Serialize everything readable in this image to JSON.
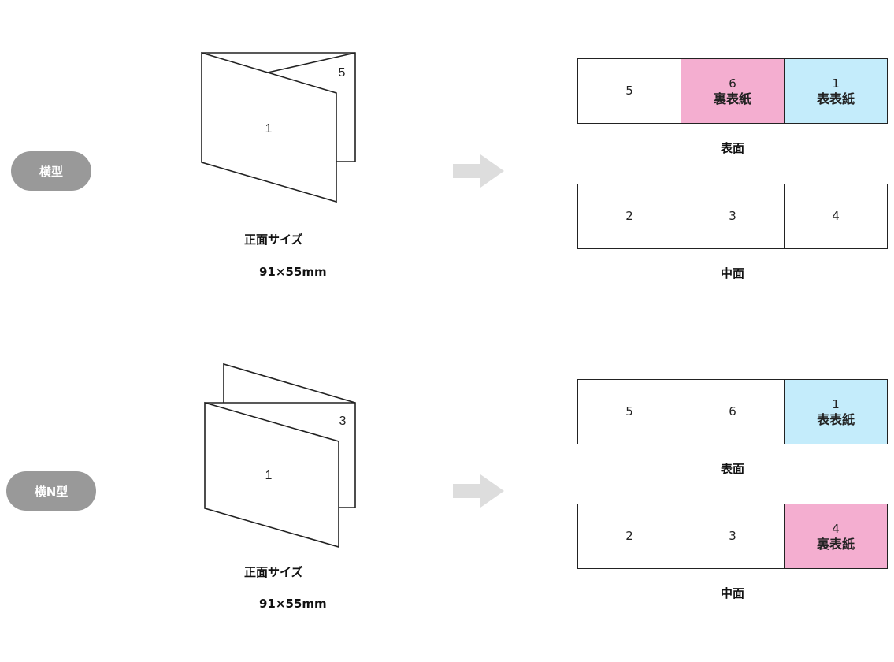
{
  "colors": {
    "pink": "#f4aed0",
    "blue": "#c4ecfb",
    "pill": "#999999",
    "arrow": "#dddddd"
  },
  "sections": [
    {
      "type_label": "横型",
      "front_page": "1",
      "back_page": "5",
      "size_label": "正面サイズ",
      "size_value": "91×55mm",
      "rows": [
        {
          "caption": "表面",
          "cells": [
            {
              "num": "5",
              "sub": ""
            },
            {
              "num": "6",
              "sub": "裏表紙",
              "color": "pink"
            },
            {
              "num": "1",
              "sub": "表表紙",
              "color": "blue"
            }
          ]
        },
        {
          "caption": "中面",
          "cells": [
            {
              "num": "2",
              "sub": ""
            },
            {
              "num": "3",
              "sub": ""
            },
            {
              "num": "4",
              "sub": ""
            }
          ]
        }
      ]
    },
    {
      "type_label": "横N型",
      "front_page": "1",
      "back_page": "3",
      "size_label": "正面サイズ",
      "size_value": "91×55mm",
      "rows": [
        {
          "caption": "表面",
          "cells": [
            {
              "num": "5",
              "sub": ""
            },
            {
              "num": "6",
              "sub": ""
            },
            {
              "num": "1",
              "sub": "表表紙",
              "color": "blue"
            }
          ]
        },
        {
          "caption": "中面",
          "cells": [
            {
              "num": "2",
              "sub": ""
            },
            {
              "num": "3",
              "sub": ""
            },
            {
              "num": "4",
              "sub": "裏表紙",
              "color": "pink"
            }
          ]
        }
      ]
    }
  ]
}
